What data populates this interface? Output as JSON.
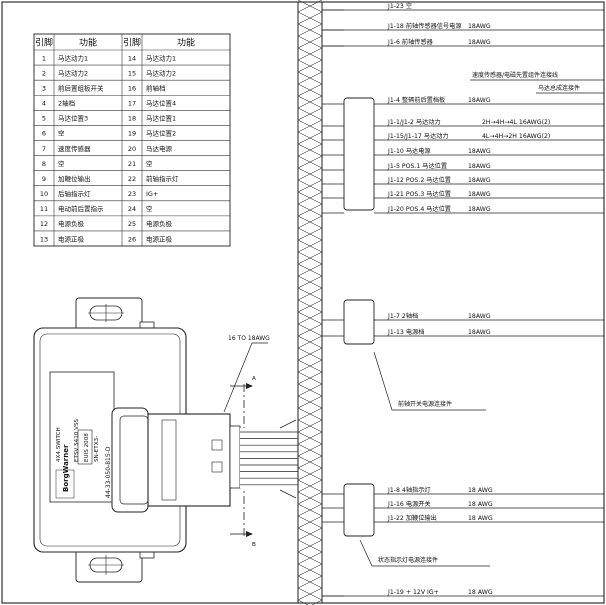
{
  "table": {
    "headers": [
      "引脚",
      "功能",
      "引脚",
      "功能"
    ],
    "rows": [
      [
        "1",
        "马达动力1",
        "14",
        "马达动力1"
      ],
      [
        "2",
        "马达动力2",
        "15",
        "马达动力2"
      ],
      [
        "3",
        "前后置组板开关",
        "16",
        "前轴档"
      ],
      [
        "4",
        "2轴档",
        "17",
        "马达位置4"
      ],
      [
        "5",
        "马达位置3",
        "18",
        "马达位置1"
      ],
      [
        "6",
        "空",
        "19",
        "马达位置2"
      ],
      [
        "7",
        "速度传感器",
        "20",
        "马达电源"
      ],
      [
        "8",
        "空",
        "21",
        "空"
      ],
      [
        "9",
        "加鞭位输出",
        "22",
        "前轴指示灯"
      ],
      [
        "10",
        "后轴指示灯",
        "23",
        "IG+"
      ],
      [
        "11",
        "电动前后置指示",
        "24",
        "空"
      ],
      [
        "12",
        "电源负极",
        "25",
        "电源负极"
      ],
      [
        "13",
        "电源正极",
        "26",
        "电源正极"
      ]
    ]
  },
  "module": {
    "brand": "BorgWarner",
    "part_number": "44-33-050-815-D",
    "label_lines": [
      "4X4 SWITCH",
      "ETSV 5410 VSS",
      "EUIS 2008",
      "SN-ETX3-"
    ]
  },
  "harness_label": "16 TO 18AWG",
  "section_marks": [
    "A",
    "B"
  ],
  "wires": [
    {
      "pin": "J1-23",
      "text": "J1-23  空",
      "gauge": ""
    },
    {
      "pin": "J1-18",
      "text": "J1-18  前轴传感器信号电源",
      "gauge": "18AWG"
    },
    {
      "pin": "J1-6",
      "text": "J1-6   前轴传感器",
      "gauge": "18AWG"
    },
    {
      "pin": "J1-4",
      "text": "J1-4   整辆前后置档板",
      "gauge": "18AWG"
    },
    {
      "pin": "J1-1/J1-2",
      "text": "J1-1/J1-2  马达动力",
      "gauge": "2H→4H→4L  16AWG(2)"
    },
    {
      "pin": "J1-15/J1-17",
      "text": "J1-15/J1-17  马达动力",
      "gauge": "4L→4H→2H  16AWG(2)"
    },
    {
      "pin": "J1-10",
      "text": "J1-10  马达电源",
      "gauge": "18AWG"
    },
    {
      "pin": "J1-5",
      "text": "J1-5  POS.1  马达位置",
      "gauge": "18AWG"
    },
    {
      "pin": "J1-12",
      "text": "J1-12  POS.2  马达位置",
      "gauge": "18AWG"
    },
    {
      "pin": "J1-21",
      "text": "J1-21  POS.3  马达位置",
      "gauge": "18AWG"
    },
    {
      "pin": "J1-20",
      "text": "J1-20  POS.4  马达位置",
      "gauge": "18AWG"
    },
    {
      "pin": "J1-7",
      "text": "J1-7   2轴档",
      "gauge": "18AWG"
    },
    {
      "pin": "J1-13",
      "text": "J1-13  电源档",
      "gauge": "18AWG"
    },
    {
      "pin": "J1-8",
      "text": "J1-8   4轴指示灯",
      "gauge": "18 AWG"
    },
    {
      "pin": "J1-16",
      "text": "J1-16  电源开关",
      "gauge": "18 AWG"
    },
    {
      "pin": "J1-22",
      "text": "J1-22  加鞭位输出",
      "gauge": "18 AWG"
    },
    {
      "pin": "J1-19",
      "text": "J1-19 + 12V   IG+",
      "gauge": "18 AWG"
    }
  ],
  "annotations": {
    "speed_sensor": "速度传感器/电磁先置组件连接线",
    "motor_connector": "马达总成连接件",
    "switch_connector": "前轴开关电源连接件",
    "indicator_connector": "状态指示灯电源连接件"
  }
}
